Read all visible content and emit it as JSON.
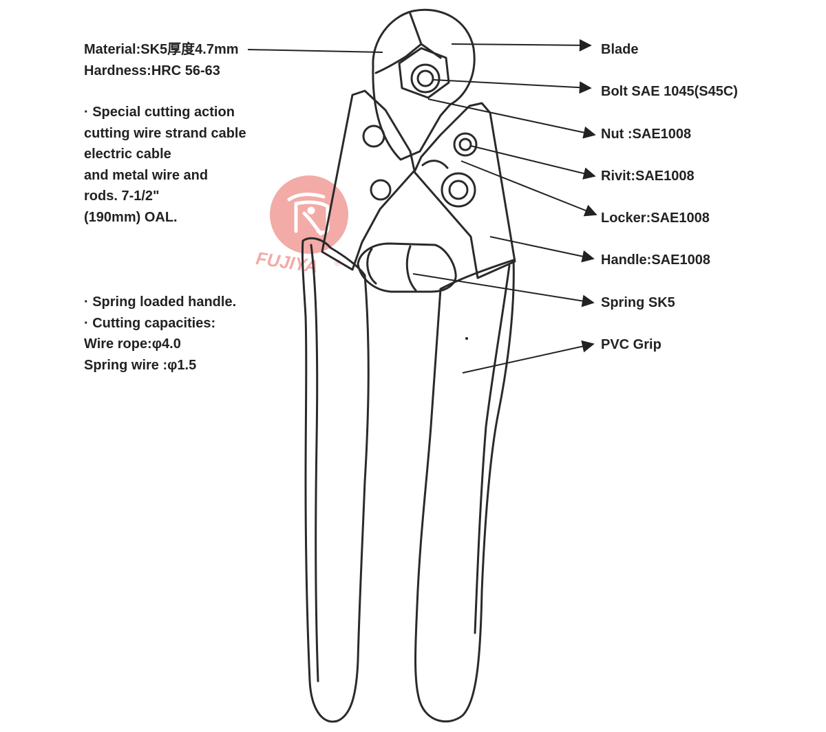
{
  "specs": {
    "material": "Material:SK5厚度4.7mm",
    "hardness": "Hardness:HRC 56-63",
    "special": [
      "· Special cutting action",
      "cutting wire strand cable",
      "electric cable",
      "and metal wire and",
      "rods. 7-1/2\"",
      "(190mm) OAL."
    ],
    "features": [
      "· Spring loaded handle.",
      "· Cutting capacities:",
      "Wire rope:φ4.0",
      "Spring wire :φ1.5"
    ]
  },
  "parts": [
    {
      "label": "Blade"
    },
    {
      "label": "Bolt SAE 1045(S45C)"
    },
    {
      "label": "Nut :SAE1008"
    },
    {
      "label": "Rivit:SAE1008"
    },
    {
      "label": "Locker:SAE1008"
    },
    {
      "label": "Handle:SAE1008"
    },
    {
      "label": "Spring SK5"
    },
    {
      "label": "PVC Grip"
    }
  ],
  "watermark": {
    "brand": "FUJIYA",
    "mark": "®",
    "color": "#e8736e"
  }
}
